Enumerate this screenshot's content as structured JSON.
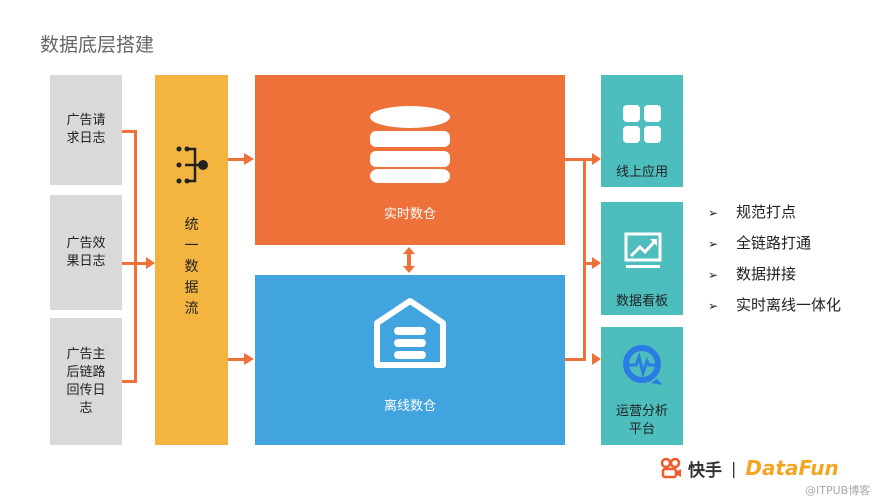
{
  "title": "数据底层搭建",
  "sources": [
    "广告请求日志",
    "广告效果日志",
    "广告主后链路回传日志"
  ],
  "stream": "统一数据流",
  "realtime": "实时数仓",
  "offline": "离线数仓",
  "apps": [
    "线上应用",
    "数据看板",
    "运营分析平台"
  ],
  "bullets": [
    "规范打点",
    "全链路打通",
    "数据拼接",
    "实时离线一体化"
  ],
  "footer": {
    "brand1": "快手",
    "brand2": "DataFun",
    "watermark": "@ITPUB博客"
  },
  "colors": {
    "orange": "#ed7139",
    "blue": "#41a4df",
    "teal": "#4dbdbd",
    "yellow": "#f4b440",
    "gray": "#d9d9d9"
  }
}
